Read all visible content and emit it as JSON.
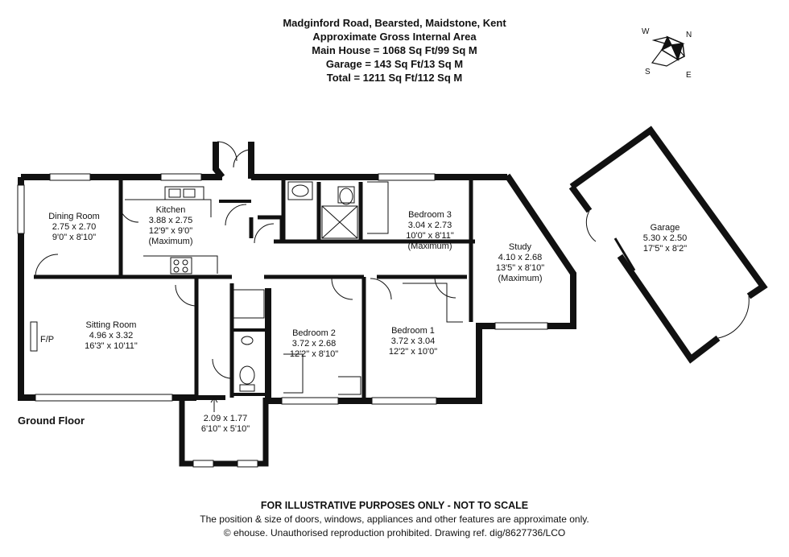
{
  "header": {
    "address": "Madginford Road, Bearsted, Maidstone, Kent",
    "subtitle": "Approximate Gross Internal Area",
    "main_house": "Main House = 1068 Sq Ft/99 Sq M",
    "garage": "Garage = 143 Sq Ft/13 Sq M",
    "total": "Total = 1211 Sq Ft/112 Sq M"
  },
  "compass": {
    "n": "N",
    "e": "E",
    "s": "S",
    "w": "W"
  },
  "floor_label": "Ground Floor",
  "rooms": {
    "dining": {
      "name": "Dining Room",
      "metric": "2.75 x 2.70",
      "imperial": "9'0\" x 8'10\""
    },
    "kitchen": {
      "name": "Kitchen",
      "metric": "3.88 x 2.75",
      "imperial": "12'9\" x 9'0\"",
      "note": "(Maximum)"
    },
    "bedroom3": {
      "name": "Bedroom 3",
      "metric": "3.04 x 2.73",
      "imperial": "10'0\" x 8'11\"",
      "note": "(Maximum)"
    },
    "study": {
      "name": "Study",
      "metric": "4.10 x 2.68",
      "imperial": "13'5\" x 8'10\"",
      "note": "(Maximum)"
    },
    "sitting": {
      "name": "Sitting Room",
      "metric": "4.96 x 3.32",
      "imperial": "16'3\" x 10'11\""
    },
    "fireplace": "F/P",
    "bedroom2": {
      "name": "Bedroom 2",
      "metric": "3.72 x 2.68",
      "imperial": "12'2\" x 8'10\""
    },
    "bedroom1": {
      "name": "Bedroom 1",
      "metric": "3.72 x 3.04",
      "imperial": "12'2\" x 10'0\""
    },
    "porch": {
      "metric": "2.09 x 1.77",
      "imperial": "6'10\" x 5'10\""
    },
    "garage": {
      "name": "Garage",
      "metric": "5.30 x 2.50",
      "imperial": "17'5\" x 8'2\""
    }
  },
  "footer": {
    "disclaimer": "FOR ILLUSTRATIVE PURPOSES ONLY - NOT TO SCALE",
    "note": "The position & size of doors, windows, appliances and other features are approximate only.",
    "copyright": "© ehouse. Unauthorised reproduction prohibited. Drawing ref. dig/8627736/LCO"
  }
}
